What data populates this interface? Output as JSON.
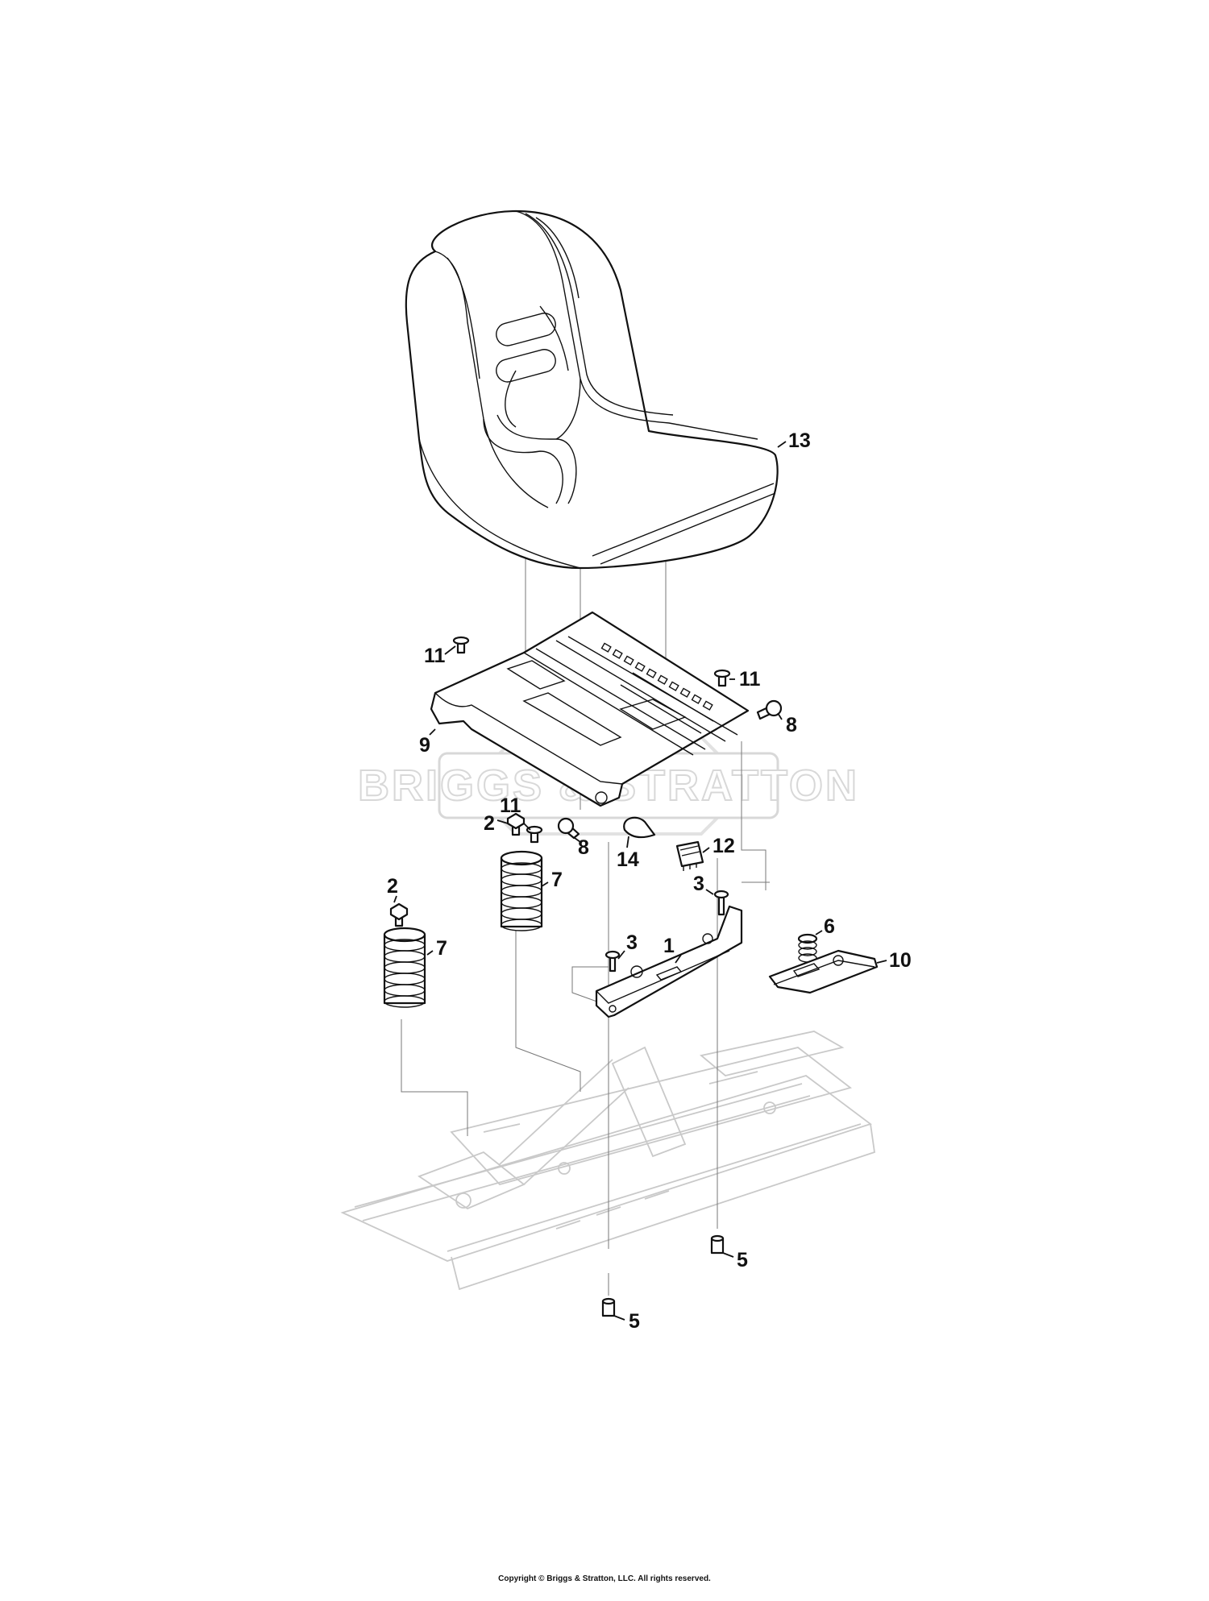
{
  "watermark": "BRIGGS & STRATTON",
  "copyright": "Copyright © Briggs & Stratton, LLC. All rights reserved.",
  "callouts": {
    "c1": "1",
    "c2a": "2",
    "c2b": "2",
    "c3a": "3",
    "c3b": "3",
    "c5a": "5",
    "c5b": "5",
    "c6": "6",
    "c7a": "7",
    "c7b": "7",
    "c8a": "8",
    "c8b": "8",
    "c9": "9",
    "c10": "10",
    "c11a": "11",
    "c11b": "11",
    "c11c": "11",
    "c12": "12",
    "c13": "13",
    "c14": "14"
  }
}
